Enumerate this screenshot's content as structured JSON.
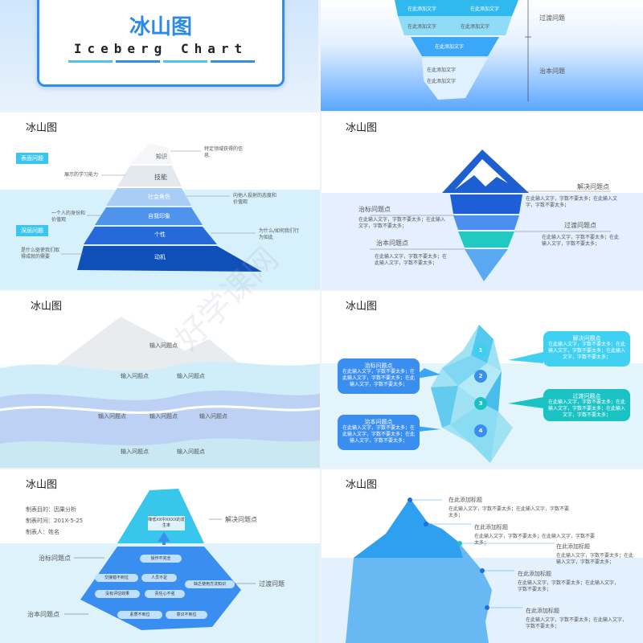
{
  "watermark": "好学课网",
  "s1": {
    "title": "冰山图",
    "subtitle": "Iceberg Chart"
  },
  "s2": {
    "cells": [
      "在此添加文字",
      "在此添加文字",
      "在此添加文字",
      "在此添加文字",
      "在此添加文字",
      "在此添加文字",
      "在此添加文字"
    ],
    "label_a": "过渡问题",
    "label_b": "治本问题"
  },
  "s3": {
    "title": "冰山图",
    "tag_top": "表面问题",
    "tag_bottom": "深层问题",
    "layers": [
      "知识",
      "技能",
      "社会角色",
      "自我印象",
      "个性",
      "动机"
    ],
    "ann": [
      "特定领域获得的信息",
      "展示的学习能力",
      "向他人投射的态度和价值观",
      "一个人的身份和价值观",
      "为什么/如何我们行为如此",
      "是什么驱使我们取得成就的需要"
    ]
  },
  "s4": {
    "title": "冰山图",
    "items": [
      {
        "h": "解决问题点",
        "b": "在此输入文字，字数不要太多；在此输入文字，字数不要太多；"
      },
      {
        "h": "治标问题点",
        "b": "在此输入文字，字数不要太多；在此输入文字，字数不要太多；"
      },
      {
        "h": "过渡问题点",
        "b": "在此输入文字，字数不要太多；在此输入文字，字数不要太多；"
      },
      {
        "h": "治本问题点",
        "b": "在此输入文字，字数不要太多；在此输入文字，字数不要太多；"
      }
    ]
  },
  "s5": {
    "title": "冰山图",
    "p": "输入问题点"
  },
  "s6": {
    "title": "冰山图",
    "nums": [
      "1",
      "2",
      "3",
      "4"
    ],
    "cards": [
      {
        "h": "解决问题点",
        "b": "在此输入文字，字数不要太多；在此输入文字，字数不要太多；在此输入文字，字数不要太多；"
      },
      {
        "h": "治标问题点",
        "b": "在此输入文字，字数不要太多；在此输入文字，字数不要太多；在此输入文字，字数不要太多；"
      },
      {
        "h": "过渡问题点",
        "b": "在此输入文字，字数不要太多；在此输入文字，字数不要太多；在此输入文字，字数不要太多；"
      },
      {
        "h": "治本问题点",
        "b": "在此输入文字，字数不要太多；在此输入文字，字数不要太多；在此输入文字，字数不要太多；"
      }
    ]
  },
  "s7": {
    "title": "冰山图",
    "meta": [
      "制表目的：因果分析",
      "制表时间：201X-5-25",
      "制表人：姓名"
    ],
    "top_box": "降低XX中XXXX的发生率",
    "ovals": [
      "操作不完全",
      "交接错不到位",
      "人员不足",
      "缺乏使用方法知识",
      "没有评估效果",
      "责任心不强",
      "素质不到位",
      "意识不到位"
    ],
    "labels": [
      "解决问题点",
      "治标问题点",
      "过渡问题",
      "治本问题点"
    ]
  },
  "s8": {
    "title": "冰山图",
    "h": "在此添加标题",
    "b": "在此输入文字，字数不要太多；在此输入文字，字数不要太多；"
  }
}
